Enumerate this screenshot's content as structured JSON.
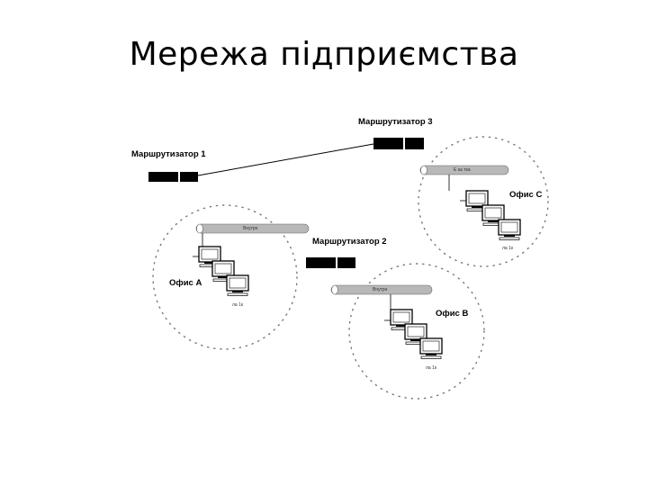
{
  "title": "Мережа підприємства",
  "routers": [
    {
      "label": "Маршрутизатор 1"
    },
    {
      "label": "Маршрутизатор 2"
    },
    {
      "label": "Маршрутизатор 3"
    }
  ],
  "offices": [
    {
      "label": "Офис А",
      "bus_label": "Внутрн",
      "printer_label": "ла 1к"
    },
    {
      "label": "Офис В",
      "bus_label": "Внутрн",
      "printer_label": "ла 1к"
    },
    {
      "label": "Офис С",
      "bus_label": "Е ка тка",
      "printer_label": "ла 1к"
    }
  ],
  "colors": {
    "line": "#000000",
    "bus": "#b8b8b8",
    "boundary": "#777777"
  }
}
